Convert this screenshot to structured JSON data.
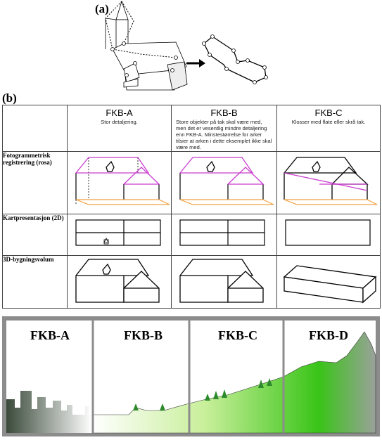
{
  "panel_a": {
    "label": "(a)"
  },
  "panel_b": {
    "label": "(b)",
    "columns": [
      {
        "title": "FKB-A",
        "description": "Stor detaljering."
      },
      {
        "title": "FKB-B",
        "description": "Store objekter på tak skal være med, men det er vesentlig mindre detaljering enn FKB-A. Minstestørrelse for arker tilsier at arken i dette eksemplet ikke skal være med."
      },
      {
        "title": "FKB-C",
        "description": "Klosser med flate eller skrå tak."
      }
    ],
    "rows": [
      {
        "label": "Fotogrammetrisk registrering (rosa)"
      },
      {
        "label": "Kartpresentasjon (2D)"
      },
      {
        "label": "3D-bygningsvolum"
      }
    ],
    "colors": {
      "roof_registration": "#c93ccf",
      "ground_line": "#f0a040"
    }
  },
  "panel_c": {
    "panels": [
      {
        "label": "FKB-A"
      },
      {
        "label": "FKB-B"
      },
      {
        "label": "FKB-C"
      },
      {
        "label": "FKB-D"
      }
    ],
    "colors": {
      "frame": "#8c8c8c",
      "terrain_green": "#39c418",
      "terrain_dark": "#3a4a3a",
      "mountain_grey": "#9aa19a"
    }
  }
}
